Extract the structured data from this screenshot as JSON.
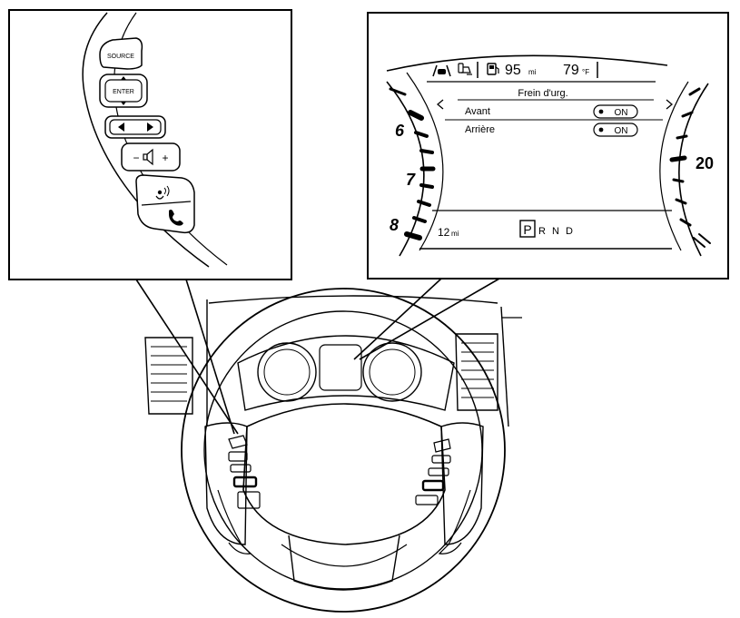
{
  "controls": {
    "source_label": "SOURCE",
    "enter_label": "ENTER",
    "minus_label": "−",
    "plus_label": "+"
  },
  "cluster": {
    "fuel_value": "95",
    "fuel_unit": "mi",
    "temp_value": "79",
    "temp_unit": "°F",
    "menu_title": "Frein d'urg.",
    "rows": [
      {
        "label": "Avant",
        "state": "ON"
      },
      {
        "label": "Arrière",
        "state": "ON"
      }
    ],
    "trip_value": "12",
    "trip_unit": "mi",
    "gear_selected": "P",
    "gear_others": "R N D",
    "tach_labels": [
      "6",
      "7",
      "8"
    ],
    "speedo_label": "20"
  }
}
